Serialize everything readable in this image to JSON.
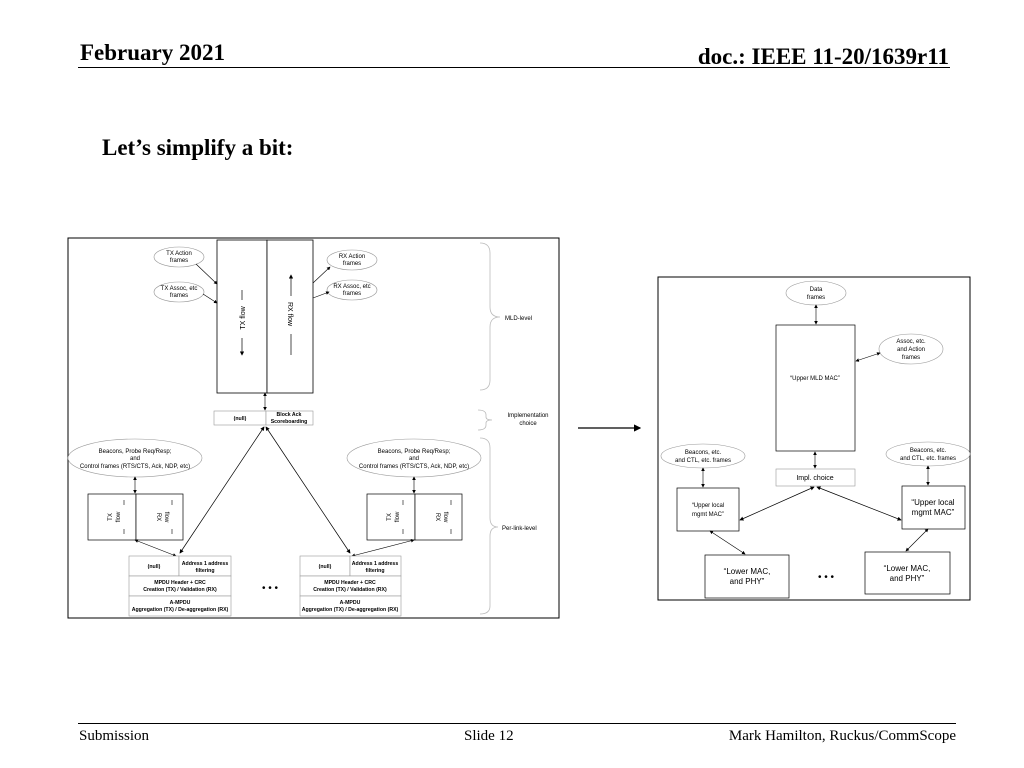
{
  "header": {
    "date": "February 2021",
    "doc": "doc.: IEEE 11-20/1639r11"
  },
  "slide_title": "Let’s simplify a bit:",
  "footer": {
    "left": "Submission",
    "center": "Slide 12",
    "right": "Mark Hamilton, Ruckus/CommScope"
  },
  "left_diagram": {
    "tx_action": [
      "TX Action",
      "frames"
    ],
    "tx_assoc": [
      "TX Assoc, etc",
      "frames"
    ],
    "rx_action": [
      "RX Action",
      "frames"
    ],
    "rx_assoc": [
      "RX Assoc, etc",
      "frames"
    ],
    "tx_flow": "TX flow",
    "rx_flow": "RX flow",
    "mld_level": "MLD-level",
    "impl_choice": [
      "Implementation",
      "choice"
    ],
    "per_link_level": "Per-link-level",
    "null_label": "(null)",
    "block_ack": [
      "Block Ack",
      "Scoreboarding"
    ],
    "beacons": [
      "Beacons, Probe Req/Resp;",
      "and",
      "Control frames (RTS/CTS, Ack, NDP, etc)"
    ],
    "link_tx_flow": [
      "TX",
      "flow"
    ],
    "link_rx_flow": [
      "RX",
      "flow"
    ],
    "addr_filter": [
      "Address 1 address",
      "filtering"
    ],
    "mpdu_header": [
      "MPDU Header + CRC",
      "Creation (TX) / Validation (RX)"
    ],
    "ampdu": [
      "A-MPDU",
      "Aggregation (TX) / De-aggregation (RX)"
    ],
    "ellipsis": "• • •"
  },
  "right_diagram": {
    "data_frames": [
      "Data",
      "frames"
    ],
    "assoc_action": [
      "Assoc, etc.",
      "and Action",
      "frames"
    ],
    "upper_mld": "“Upper MLD MAC”",
    "beacons_left": [
      "Beacons, etc.",
      "and CTL, etc. frames"
    ],
    "beacons_right": [
      "Beacons, etc.",
      "and CTL, etc. frames"
    ],
    "impl_choice": "Impl. choice",
    "upper_local": [
      "“Upper local",
      "mgmt MAC”"
    ],
    "lower_mac": [
      "“Lower MAC,",
      "and PHY”"
    ],
    "ellipsis": "• • •"
  }
}
